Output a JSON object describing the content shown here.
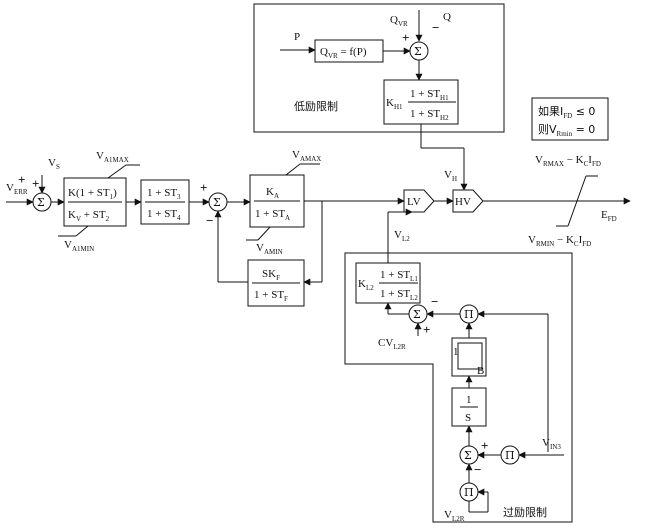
{
  "under_excitation": {
    "title": "低励限制",
    "input_p": "P",
    "input_q": "Q",
    "qvr_label_base": "Q",
    "qvr_label_sub": "VR",
    "func_main": "Q",
    "func_sub": "VR",
    "func_rest": " = f(P)",
    "gain_base": "K",
    "gain_sub": "H1",
    "num_pre": "1 + ST",
    "num_sub": "H1",
    "den_pre": "1 + ST",
    "den_sub": "H2",
    "plus": "+",
    "minus": "−"
  },
  "note": {
    "line1_pre": "如果I",
    "line1_sub": "FD",
    "line1_post": " ≤ 0",
    "line2_pre": "则V",
    "line2_sub": "Rmin",
    "line2_post": " = 0"
  },
  "main_path": {
    "v_err_base": "V",
    "v_err_sub": "ERR",
    "v_s_base": "V",
    "v_s_sub": "S",
    "va1max_base": "V",
    "va1max_sub": "A1MAX",
    "va1min_base": "V",
    "va1min_sub": "A1MIN",
    "block1_num": "K(1 + ST",
    "block1_num_sub": "1",
    "block1_num_end": ")",
    "block1_den": "K",
    "block1_den_sub": "V",
    "block1_den_end": " + ST",
    "block1_den_sub2": "2",
    "block2_num": "1 + ST",
    "block2_num_sub": "3",
    "block2_den": "1 + ST",
    "block2_den_sub": "4",
    "vamax_base": "V",
    "vamax_sub": "AMAX",
    "vamin_base": "V",
    "vamin_sub": "AMIN",
    "amp_num": "K",
    "amp_num_sub": "A",
    "amp_den": "1 + ST",
    "amp_den_sub": "A",
    "fb_num": "SK",
    "fb_num_sub": "F",
    "fb_den": "1 + ST",
    "fb_den_sub": "F",
    "lv_label": "LV",
    "hv_label": "HV",
    "vh_base": "V",
    "vh_sub": "H",
    "vl2_base": "V",
    "vl2_sub": "L2",
    "vrmax_base": "V",
    "vrmax_sub": "RMAX",
    "vrmax_mid": " − K",
    "vrmax_sub2": "C",
    "vrmax_end": "I",
    "vrmax_sub3": "FD",
    "vrmin_base": "V",
    "vrmin_sub": "RMIN",
    "vrmin_mid": " − K",
    "vrmin_sub2": "C",
    "vrmin_end": "I",
    "vrmin_sub3": "FD",
    "efd_base": "E",
    "efd_sub": "FD",
    "sigma": "Σ",
    "plus": "+",
    "minus": "−"
  },
  "over_excitation": {
    "title": "过励限制",
    "gain_base": "K",
    "gain_sub": "L2",
    "num_pre": "1 + ST",
    "num_sub": "L1",
    "den_pre": "1 + ST",
    "den_sub": "L2",
    "cv_base": "CV",
    "cv_sub": "L2R",
    "vin3_base": "V",
    "vin3_sub": "IN3",
    "vl2r_base": "V",
    "vl2r_sub": "L2R",
    "integ_num": "1",
    "integ_den": "S",
    "latch_a": "1",
    "latch_b": "B",
    "pi": "Π",
    "sigma": "Σ",
    "plus": "+",
    "minus": "−"
  }
}
